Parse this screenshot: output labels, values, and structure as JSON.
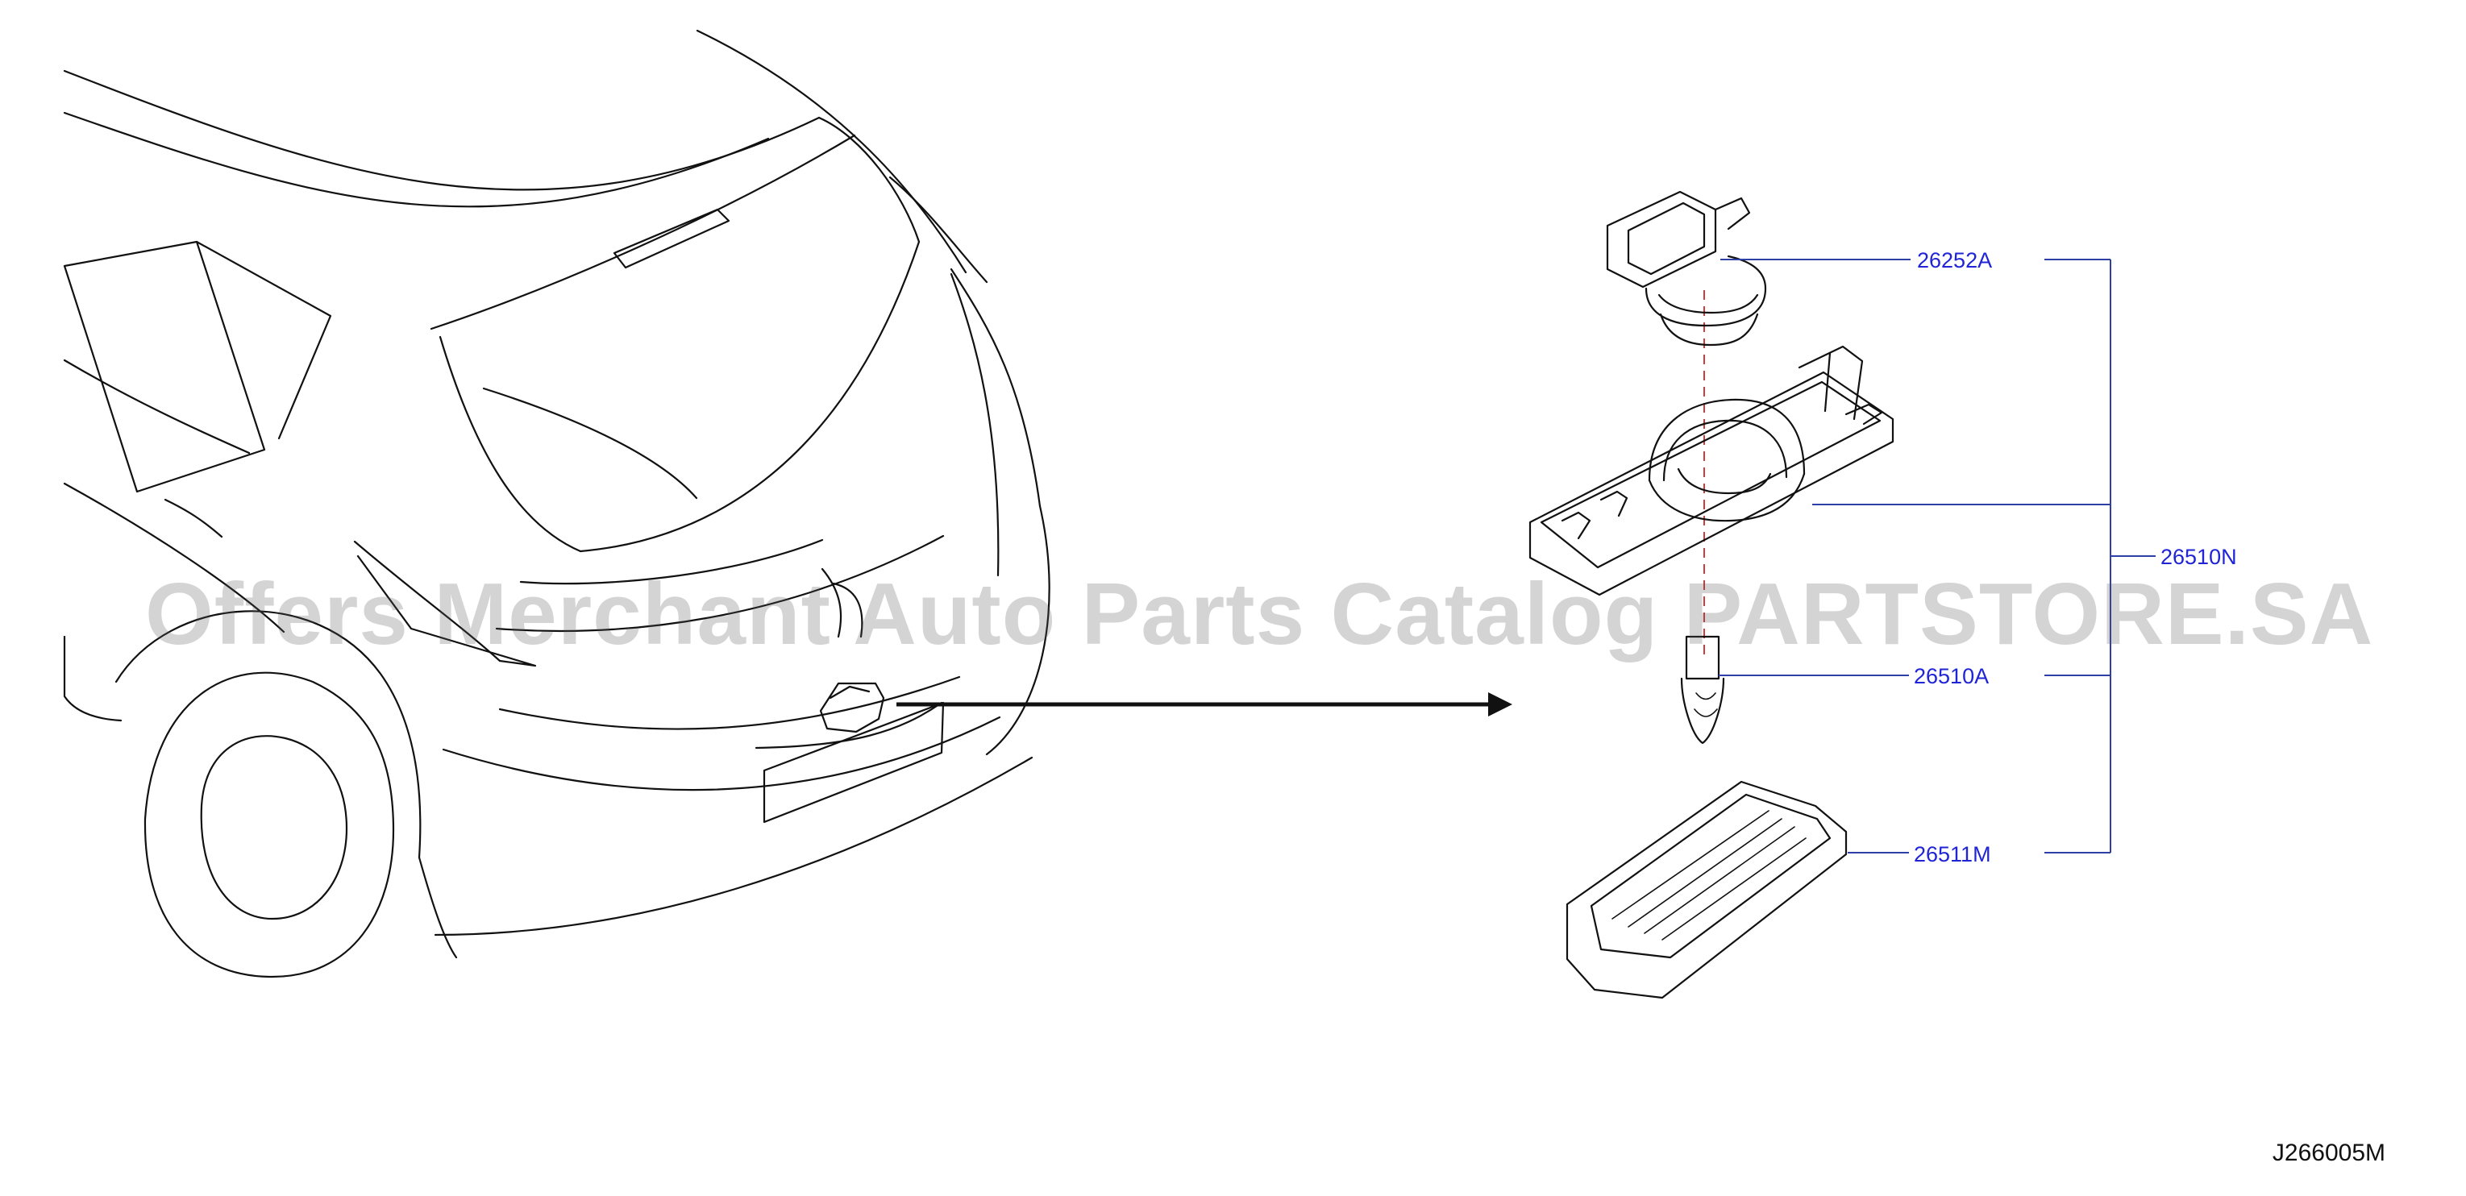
{
  "watermark": {
    "text": "Offers Merchant Auto Parts Catalog PARTSTORE.SA"
  },
  "diagram": {
    "code": "J266005M"
  },
  "callouts": [
    {
      "name": "callout-26252a",
      "label": "26252A"
    },
    {
      "name": "callout-26510n",
      "label": "26510N"
    },
    {
      "name": "callout-26510a",
      "label": "26510A"
    },
    {
      "name": "callout-26511m",
      "label": "26511M"
    }
  ],
  "colors": {
    "line": "#111111",
    "callout": "#1f24d6",
    "leader": "#2f3fa8",
    "axis": "#d23b3b"
  }
}
